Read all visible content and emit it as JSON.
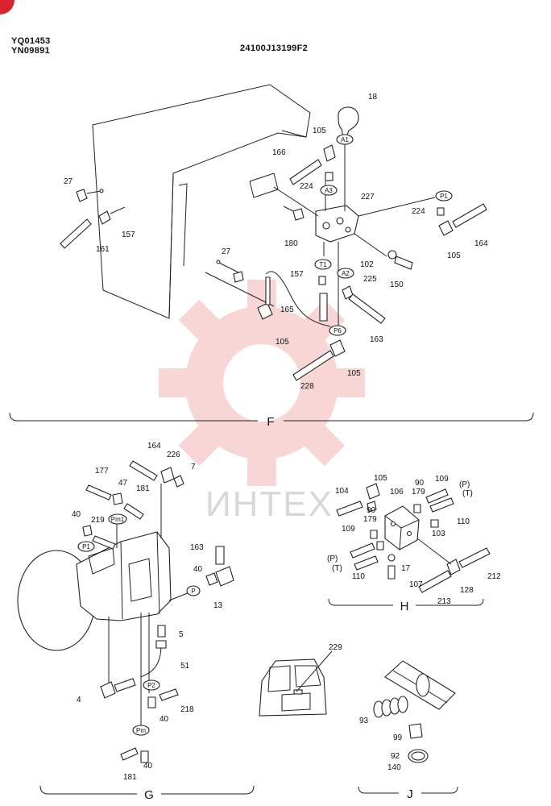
{
  "header": {
    "code_line1": "YQ01453",
    "code_line2": "YN09891",
    "drawing_number": "24100J13199F2"
  },
  "watermark": {
    "text": "ИНТЕХ",
    "gear_color": "#f3b5b5"
  },
  "sections": {
    "F": "F",
    "G": "G",
    "H": "H",
    "J": "J"
  },
  "ports": {
    "A1": "A1",
    "A3": "A3",
    "P1": "P1",
    "T1": "T1",
    "A2": "A2",
    "P6": "P6",
    "Pm1": "Pm1",
    "P1g": "P1",
    "P": "P",
    "P2": "P2",
    "Pm": "Pm"
  },
  "callouts": {
    "F": [
      "18",
      "105",
      "166",
      "224",
      "227",
      "224",
      "27",
      "157",
      "161",
      "180",
      "164",
      "105",
      "27",
      "102",
      "150",
      "157",
      "225",
      "165",
      "163",
      "105",
      "105",
      "228"
    ],
    "G": [
      "164",
      "226",
      "7",
      "177",
      "47",
      "181",
      "40",
      "219",
      "163",
      "40",
      "13",
      "5",
      "51",
      "4",
      "218",
      "40",
      "40",
      "181"
    ],
    "H": [
      "105",
      "90",
      "179",
      "109",
      "(P)",
      "(T)",
      "104",
      "106",
      "90",
      "110",
      "179",
      "103",
      "109",
      "(P)",
      "(T)",
      "17",
      "110",
      "107",
      "212",
      "128",
      "213"
    ],
    "J": [
      "229",
      "93",
      "99",
      "92",
      "140"
    ]
  }
}
